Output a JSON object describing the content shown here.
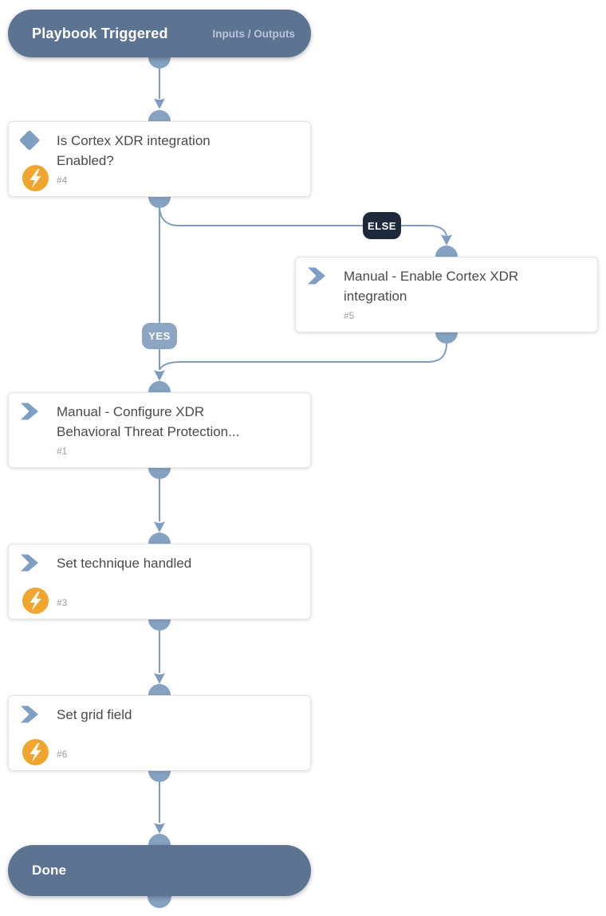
{
  "start_node": {
    "title": "Playbook Triggered",
    "link_label": "Inputs / Outputs"
  },
  "end_node": {
    "title": "Done"
  },
  "badges": {
    "else": "ELSE",
    "yes": "YES"
  },
  "tasks": [
    {
      "id": "#4",
      "title": "Is Cortex XDR integration\nEnabled?",
      "type": "condition",
      "automated": true
    },
    {
      "id": "#5",
      "title": "Manual - Enable Cortex XDR\nintegration",
      "type": "manual-task",
      "automated": false
    },
    {
      "id": "#1",
      "title": "Manual - Configure XDR\nBehavioral Threat Protection...",
      "type": "manual-task",
      "automated": false
    },
    {
      "id": "#3",
      "title": "Set technique handled",
      "type": "task",
      "automated": true
    },
    {
      "id": "#6",
      "title": "Set grid field",
      "type": "task",
      "automated": true
    }
  ],
  "icons": {
    "condition": "diamond-icon",
    "task": "chevron-right-icon",
    "automation": "lightning-bolt-icon"
  },
  "colors": {
    "terminal_node_bg": "#5c7392",
    "connector": "#7e9cc0",
    "port_fill": "#86a2c2",
    "else_badge_bg": "#1e2a3c",
    "yes_badge_bg": "#8ba5c3",
    "automation_icon_bg": "#f0a52f",
    "task_icon": "#7f9ec4",
    "title_text": "#4a4a4a",
    "task_id_text": "#9c9c9c"
  }
}
